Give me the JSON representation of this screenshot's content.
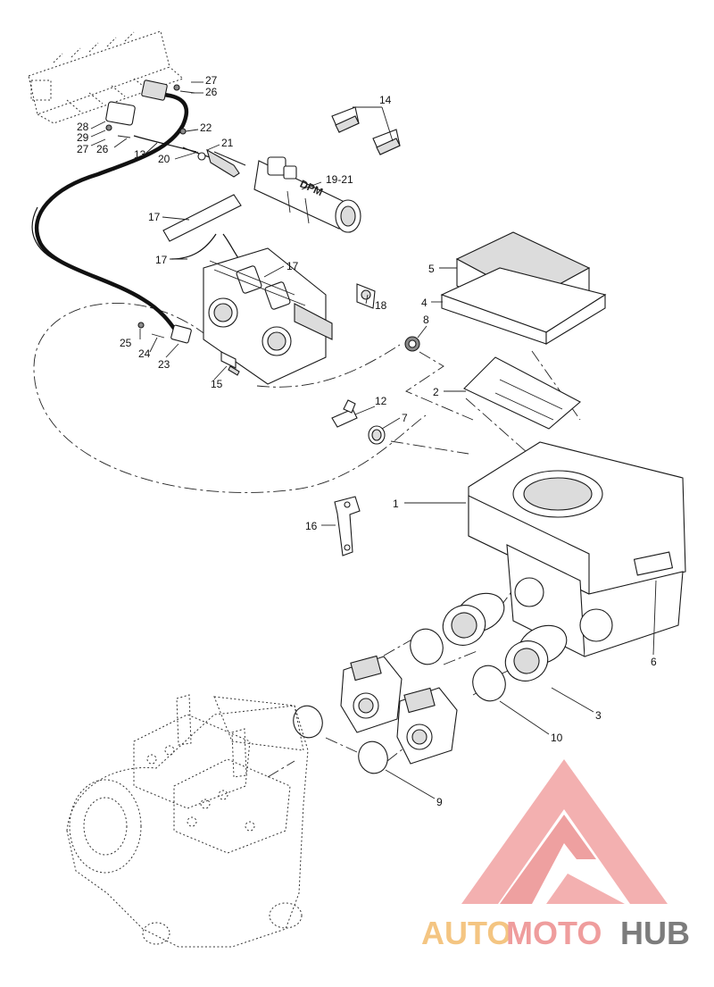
{
  "parts": [
    {
      "id": "1",
      "label": "1"
    },
    {
      "id": "2",
      "label": "2"
    },
    {
      "id": "3",
      "label": "3"
    },
    {
      "id": "4",
      "label": "4"
    },
    {
      "id": "5",
      "label": "5"
    },
    {
      "id": "6",
      "label": "6"
    },
    {
      "id": "7",
      "label": "7"
    },
    {
      "id": "8",
      "label": "8"
    },
    {
      "id": "9",
      "label": "9"
    },
    {
      "id": "10",
      "label": "10"
    },
    {
      "id": "12",
      "label": "12"
    },
    {
      "id": "13",
      "label": "13"
    },
    {
      "id": "14",
      "label": "14"
    },
    {
      "id": "15",
      "label": "15"
    },
    {
      "id": "16",
      "label": "16"
    },
    {
      "id": "17a",
      "label": "17"
    },
    {
      "id": "17b",
      "label": "17"
    },
    {
      "id": "17c",
      "label": "17"
    },
    {
      "id": "18",
      "label": "18"
    },
    {
      "id": "19-21",
      "label": "19-21"
    },
    {
      "id": "20",
      "label": "20"
    },
    {
      "id": "21",
      "label": "21"
    },
    {
      "id": "22",
      "label": "22"
    },
    {
      "id": "23",
      "label": "23"
    },
    {
      "id": "24",
      "label": "24"
    },
    {
      "id": "25",
      "label": "25"
    },
    {
      "id": "26a",
      "label": "26"
    },
    {
      "id": "26b",
      "label": "26"
    },
    {
      "id": "27a",
      "label": "27"
    },
    {
      "id": "27b",
      "label": "27"
    },
    {
      "id": "28",
      "label": "28"
    },
    {
      "id": "29",
      "label": "29"
    }
  ],
  "rail_marking": "DPM",
  "watermark": {
    "text_part1": "AUTO",
    "text_part2": "MOTO",
    "text_part3": "HUB",
    "color_main": "#f0a0a0",
    "color_accent": "#f5c27a",
    "color_dark": "#7a7a7a"
  }
}
